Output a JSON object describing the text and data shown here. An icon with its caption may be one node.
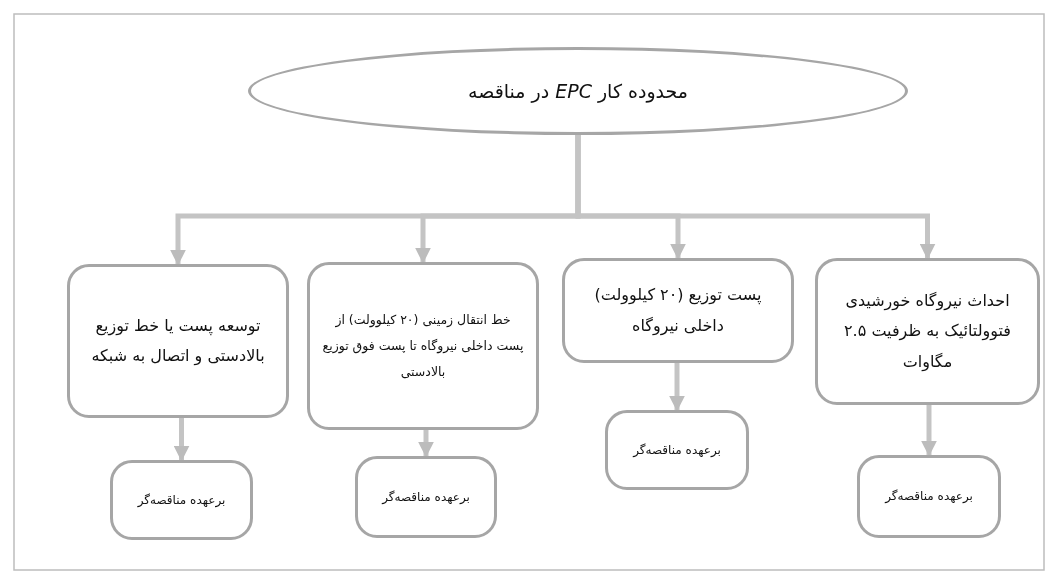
{
  "diagram": {
    "nodes": [
      {
        "text": [
          "محدوده کار *EPC* در مناقصه"
        ]
      },
      {
        "text": [
          "احداث نیروگاه خورشیدی فتوولتائیک به ظرفیت ۲.۵ مگاوات"
        ]
      },
      {
        "text": [
          "پست توزیع (۲۰ کیلوولت) داخلی نیروگاه"
        ]
      },
      {
        "text": [
          "خط انتقال زمینی (۲۰ کیلوولت) از پست داخلی نیروگاه تا پست فوق توزیع بالادستی"
        ]
      },
      {
        "text": [
          "توسعه پست یا خط توزیع بالادستی و اتصال به شبکه"
        ]
      },
      {
        "text": [
          "برعهده مناقصه‌گر"
        ]
      },
      {
        "text": [
          "برعهده مناقصه‌گر"
        ]
      },
      {
        "text": [
          "برعهده مناقصه‌گر"
        ]
      },
      {
        "text": [
          "برعهده مناقصه‌گر"
        ]
      }
    ],
    "edges": [
      {
        "from": 0,
        "to": 1,
        "arrow": "to"
      },
      {
        "from": 0,
        "to": 2,
        "arrow": "to"
      },
      {
        "from": 0,
        "to": 3,
        "arrow": "to"
      },
      {
        "from": 0,
        "to": 4,
        "arrow": "to"
      },
      {
        "from": 1,
        "to": 5,
        "arrow": "to"
      },
      {
        "from": 2,
        "to": 6,
        "arrow": "to"
      },
      {
        "from": 3,
        "to": 7,
        "arrow": "to"
      },
      {
        "from": 4,
        "to": 8,
        "arrow": "to"
      }
    ]
  }
}
